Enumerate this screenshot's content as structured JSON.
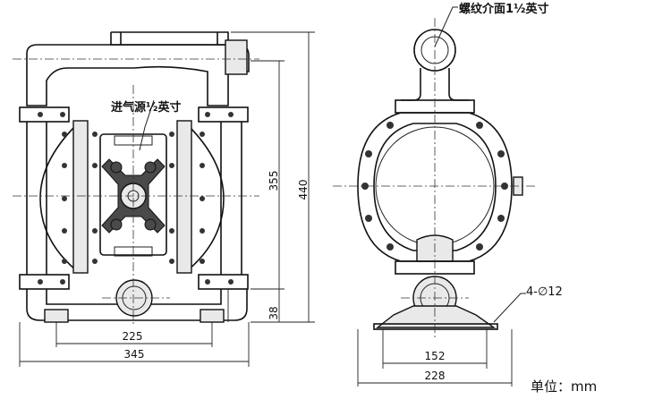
{
  "labels": {
    "outlet_port": "螺纹介面1½英寸",
    "air_inlet": "进气源½英寸",
    "bolt_holes": "4-∅12",
    "unit": "单位：mm"
  },
  "dimensions": {
    "height_total": "440",
    "height_body": "355",
    "height_inlet": "38",
    "width_mount_front": "225",
    "width_base_front": "345",
    "width_mount_side": "152",
    "width_base_side": "228"
  }
}
